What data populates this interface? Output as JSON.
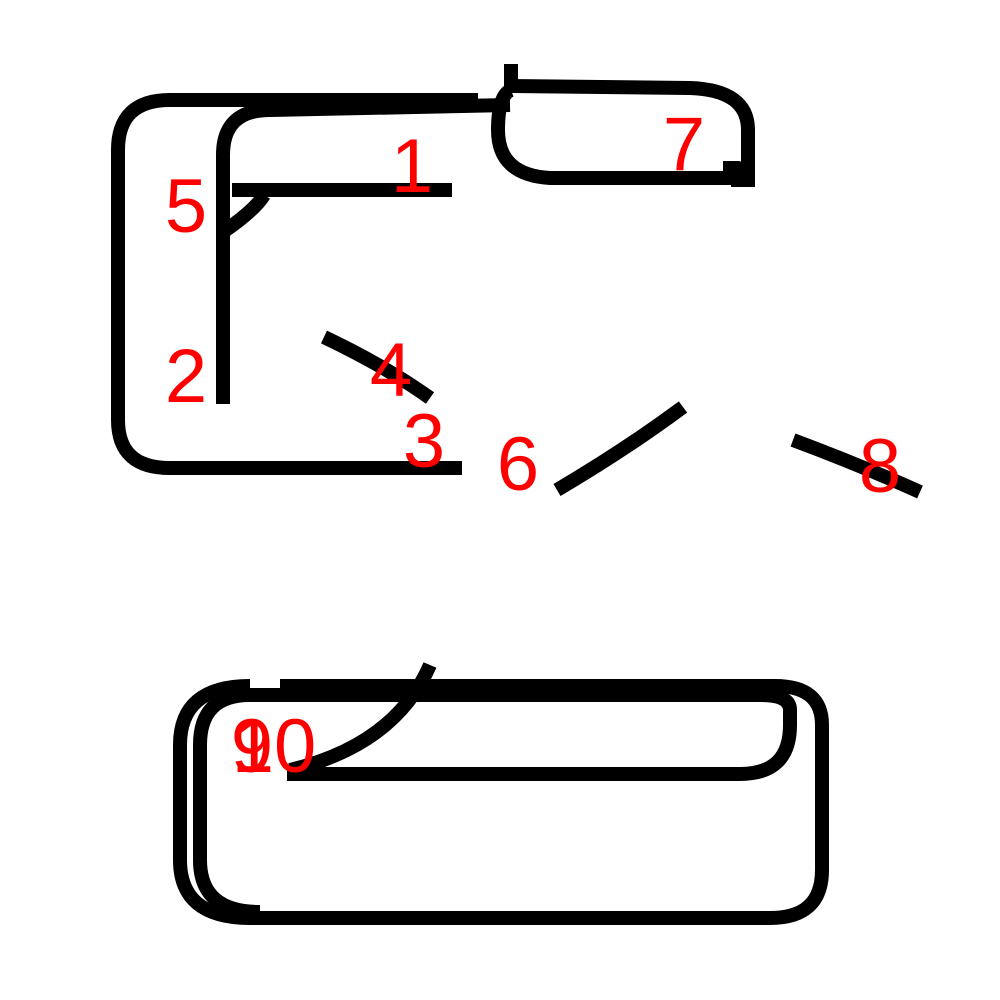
{
  "colors": {
    "stroke": "#000000",
    "label": "#ff0000",
    "background": "#ffffff"
  },
  "labels": {
    "l1": "1",
    "l2": "2",
    "l3": "3",
    "l4": "4",
    "l5": "5",
    "l6": "6",
    "l7": "7",
    "l8": "8",
    "l9": "9",
    "l10": "10"
  }
}
